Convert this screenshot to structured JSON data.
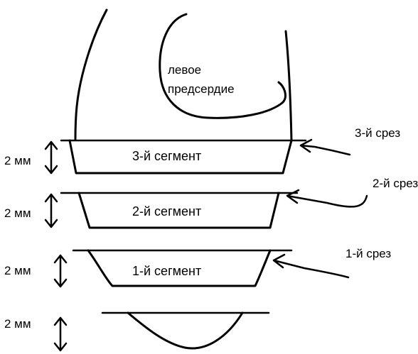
{
  "atrium_label": [
    "левое",
    "предсердие"
  ],
  "segments": [
    "3-й сегмент",
    "2-й сегмент",
    "1-й сегмент"
  ],
  "cuts": [
    "3-й срез",
    "2-й срез",
    "1-й срез"
  ],
  "thickness_labels": [
    "2 мм",
    "2 мм",
    "2 мм",
    "2 мм"
  ]
}
